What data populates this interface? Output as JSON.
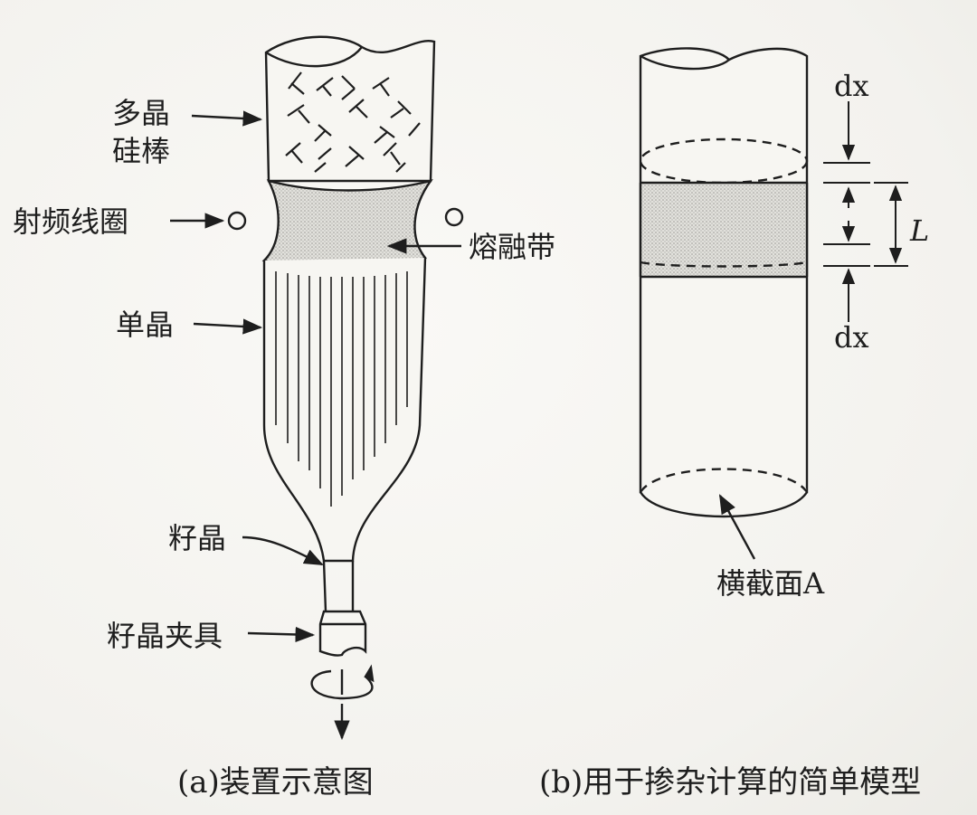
{
  "panel_a": {
    "labels": {
      "polysilicon_line1": "多晶",
      "polysilicon_line2": "硅棒",
      "rf_coil": "射频线圈",
      "molten_zone": "熔融带",
      "single_crystal": "单晶",
      "seed_crystal": "籽晶",
      "seed_holder": "籽晶夹具"
    },
    "caption": "(a)装置示意图"
  },
  "panel_b": {
    "labels": {
      "dx_top": "dx",
      "length": "L",
      "dx_bottom": "dx",
      "cross_section": "横截面A"
    },
    "caption": "(b)用于掺杂计算的简单模型"
  }
}
